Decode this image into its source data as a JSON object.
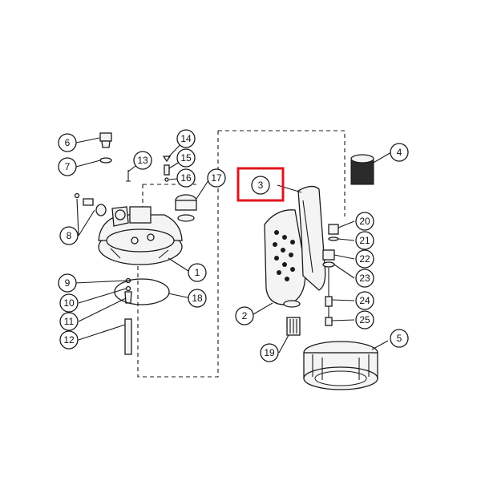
{
  "diagram": {
    "highlight_color": "#e0141e",
    "highlighted_part": "3",
    "callouts": [
      "1",
      "2",
      "3",
      "4",
      "5",
      "6",
      "7",
      "8",
      "9",
      "10",
      "11",
      "12",
      "13",
      "14",
      "15",
      "16",
      "17",
      "18",
      "19",
      "20",
      "21",
      "22",
      "23",
      "24",
      "25"
    ]
  }
}
